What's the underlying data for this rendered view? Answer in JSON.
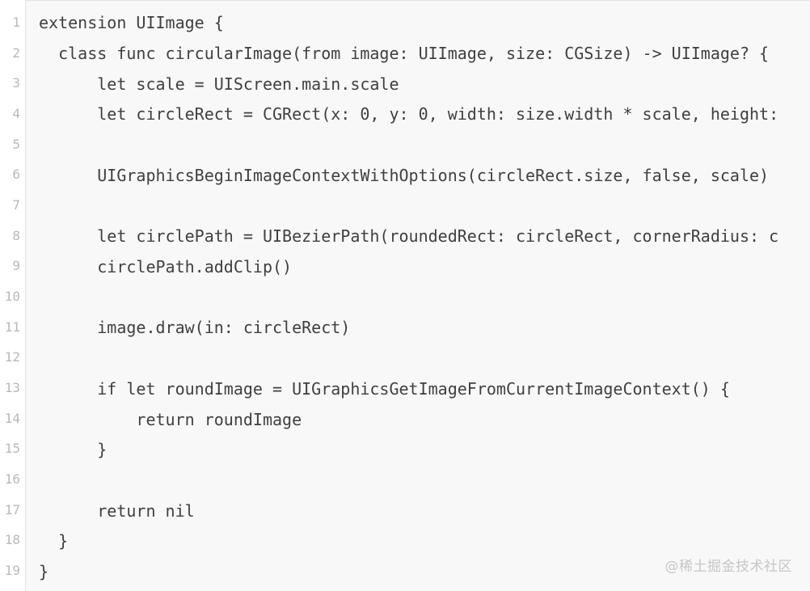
{
  "editor": {
    "lines": [
      {
        "number": "1",
        "code": "extension UIImage {"
      },
      {
        "number": "2",
        "code": "  class func circularImage(from image: UIImage, size: CGSize) -> UIImage? {"
      },
      {
        "number": "3",
        "code": "      let scale = UIScreen.main.scale"
      },
      {
        "number": "4",
        "code": "      let circleRect = CGRect(x: 0, y: 0, width: size.width * scale, height:"
      },
      {
        "number": "5",
        "code": ""
      },
      {
        "number": "6",
        "code": "      UIGraphicsBeginImageContextWithOptions(circleRect.size, false, scale)"
      },
      {
        "number": "7",
        "code": ""
      },
      {
        "number": "8",
        "code": "      let circlePath = UIBezierPath(roundedRect: circleRect, cornerRadius: c"
      },
      {
        "number": "9",
        "code": "      circlePath.addClip()"
      },
      {
        "number": "10",
        "code": ""
      },
      {
        "number": "11",
        "code": "      image.draw(in: circleRect)"
      },
      {
        "number": "12",
        "code": ""
      },
      {
        "number": "13",
        "code": "      if let roundImage = UIGraphicsGetImageFromCurrentImageContext() {"
      },
      {
        "number": "14",
        "code": "          return roundImage"
      },
      {
        "number": "15",
        "code": "      }"
      },
      {
        "number": "16",
        "code": ""
      },
      {
        "number": "17",
        "code": "      return nil"
      },
      {
        "number": "18",
        "code": "  }"
      },
      {
        "number": "19",
        "code": "}"
      }
    ]
  },
  "watermark": "@稀土掘金技术社区",
  "colors": {
    "code_background": "#f8f8f8",
    "code_text": "#404040",
    "line_number": "#b9b9b9",
    "watermark": "#c6c6c6"
  }
}
